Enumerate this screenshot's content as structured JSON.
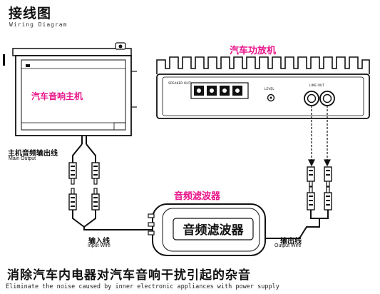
{
  "header": {
    "title_cn": "接线图",
    "title_en": "Wiring Diagram"
  },
  "head_unit": {
    "label": "汽车音响主机"
  },
  "amplifier": {
    "label": "汽车功放机",
    "speaker_out": "SPEAKER OUT",
    "level": "LEVEL",
    "line_out": "LINE OUT"
  },
  "main_output": {
    "label_cn": "主机音频输出线",
    "label_en": "Main Output"
  },
  "filter": {
    "title": "音频滤波器",
    "box_text": "音频滤波器"
  },
  "input_wire": {
    "label_cn": "输入线",
    "label_en": "Input Wire"
  },
  "output_wire": {
    "label_cn": "输出线",
    "label_en": "Output Wire"
  },
  "footer": {
    "caption_cn": "消除汽车内电器对汽车音响干扰引起的杂音",
    "caption_en": "Eliminate the noise caused by inner electronic appliances with power supply"
  },
  "colors": {
    "accent": "#e8168a",
    "line": "#111111"
  }
}
